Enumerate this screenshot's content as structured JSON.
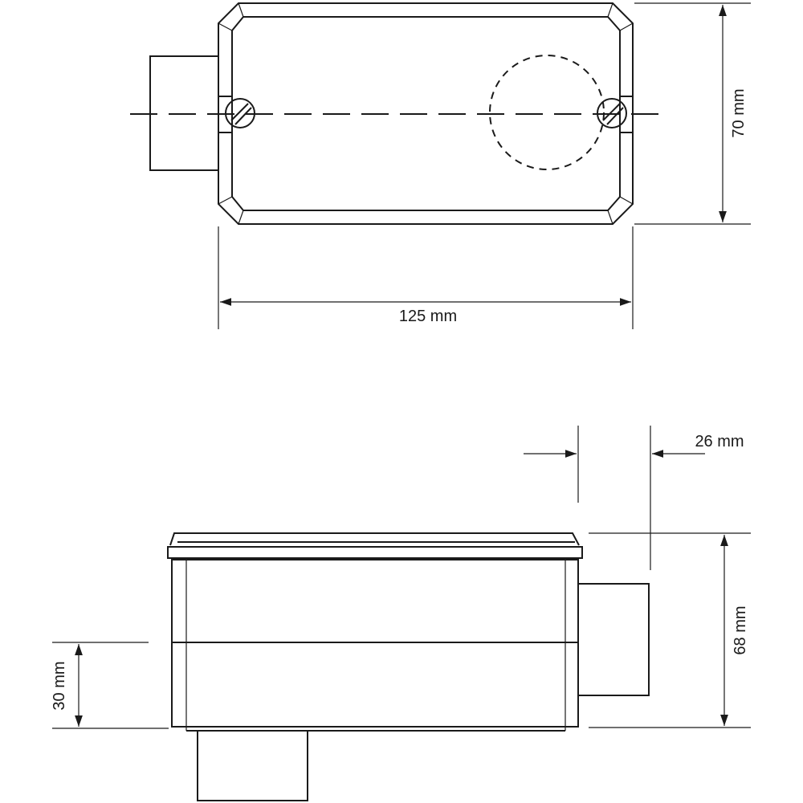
{
  "dimensions": {
    "top_width": "125 mm",
    "top_height": "70 mm",
    "side_height": "68 mm",
    "side_lower": "30 mm",
    "side_hub": "26 mm"
  },
  "colors": {
    "line": "#1a1a1a",
    "background": "#ffffff"
  }
}
